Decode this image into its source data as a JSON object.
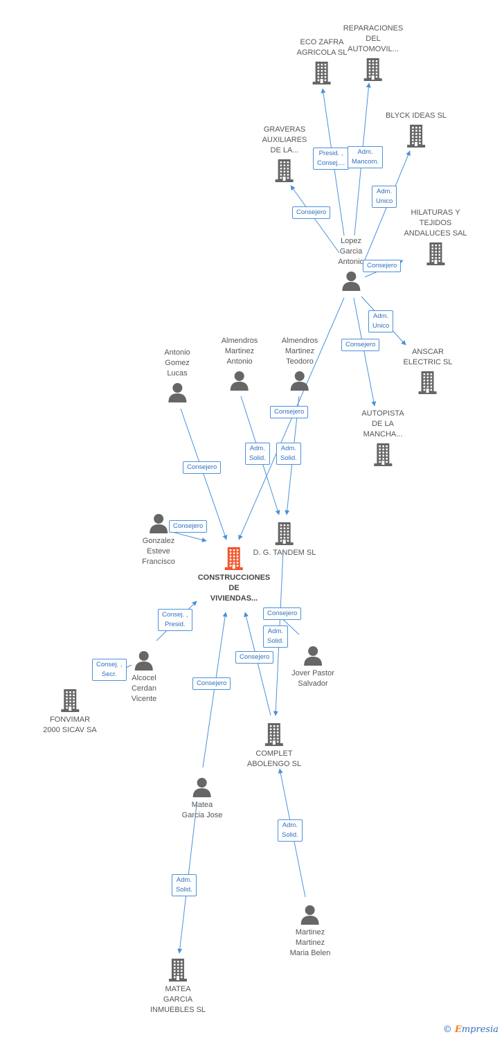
{
  "nodes": {
    "eco_zafra": {
      "label": "ECO ZAFRA\nAGRICOLA SL",
      "type": "company"
    },
    "reparaciones": {
      "label": "REPARACIONES\nDEL\nAUTOMOVIL...",
      "type": "company"
    },
    "blyck": {
      "label": "BLYCK IDEAS SL",
      "type": "company"
    },
    "graveras": {
      "label": "GRAVERAS\nAUXILIARES\nDE LA...",
      "type": "company"
    },
    "hilaturas": {
      "label": "HILATURAS Y\nTEJIDOS\nANDALUCES SAL",
      "type": "company"
    },
    "lopez": {
      "label": "Lopez\nGarcia\nAntonio",
      "type": "person"
    },
    "anscar": {
      "label": "ANSCAR\nELECTRIC SL",
      "type": "company"
    },
    "autopista": {
      "label": "AUTOPISTA\nDE LA\nMANCHA...",
      "type": "company"
    },
    "antonio_gomez": {
      "label": "Antonio\nGomez\nLucas",
      "type": "person"
    },
    "almendros_antonio": {
      "label": "Almendros\nMartinez\nAntonio",
      "type": "person"
    },
    "almendros_teodoro": {
      "label": "Almendros\nMartinez\nTeodoro",
      "type": "person"
    },
    "gonzalez": {
      "label": "Gonzalez\nEsteve\nFrancisco",
      "type": "person"
    },
    "construcciones": {
      "label": "CONSTRUCCIONES\nDE\nVIVIENDAS...",
      "type": "main"
    },
    "dg_tandem": {
      "label": "D. G. TANDEM SL",
      "type": "company"
    },
    "alcocel": {
      "label": "Alcocel\nCerdan\nVicente",
      "type": "person"
    },
    "fonvimar": {
      "label": "FONVIMAR\n2000 SICAV SA",
      "type": "company"
    },
    "jover": {
      "label": "Jover Pastor\nSalvador",
      "type": "person"
    },
    "complet": {
      "label": "COMPLET\nABOLENGO  SL",
      "type": "company"
    },
    "matea_jose": {
      "label": "Matea\nGarcia Jose",
      "type": "person"
    },
    "martinez_belen": {
      "label": "Martinez\nMartinez\nMaria Belen",
      "type": "person"
    },
    "matea_inmuebles": {
      "label": "MATEA\nGARCIA\nINMUEBLES SL",
      "type": "company"
    }
  },
  "relations": [
    {
      "label": "Presid. ,\nConsej....",
      "from": "lopez",
      "to": "eco_zafra"
    },
    {
      "label": "Adm.\nMancom.",
      "from": "lopez",
      "to": "reparaciones"
    },
    {
      "label": "Adm.\nUnico",
      "from": "lopez",
      "to": "blyck"
    },
    {
      "label": "Consejero",
      "from": "lopez",
      "to": "graveras"
    },
    {
      "label": "Consejero",
      "from": "lopez",
      "to": "hilaturas"
    },
    {
      "label": "Adm.\nUnico",
      "from": "lopez",
      "to": "anscar"
    },
    {
      "label": "Consejero",
      "from": "lopez",
      "to": "autopista"
    },
    {
      "label": "Consejero",
      "from": "lopez",
      "to": "construcciones"
    },
    {
      "label": "Consejero",
      "from": "antonio_gomez",
      "to": "construcciones"
    },
    {
      "label": "Adm.\nSolid.",
      "from": "almendros_antonio",
      "to": "dg_tandem"
    },
    {
      "label": "Adm.\nSolid.",
      "from": "almendros_teodoro",
      "to": "dg_tandem"
    },
    {
      "label": "Consejero",
      "from": "gonzalez",
      "to": "construcciones"
    },
    {
      "label": "Consej. ,\nPresid.",
      "from": "alcocel",
      "to": "construcciones"
    },
    {
      "label": "Consej. ,\nSecr.",
      "from": "alcocel",
      "to": "fonvimar"
    },
    {
      "label": "Consejero",
      "from": "jover",
      "to": "dg_tandem"
    },
    {
      "label": "Adm.\nSolid.",
      "from": "dg_tandem",
      "to": "complet"
    },
    {
      "label": "Consejero",
      "from": "complet",
      "to": "construcciones"
    },
    {
      "label": "Consejero",
      "from": "matea_jose",
      "to": "construcciones"
    },
    {
      "label": "Adm.\nSolid.",
      "from": "martinez_belen",
      "to": "complet"
    },
    {
      "label": "Adm.\nSolid.",
      "from": "matea_jose",
      "to": "matea_inmuebles"
    }
  ],
  "colors": {
    "main_company": "#f0582c",
    "company": "#666666",
    "person": "#666666",
    "edge": "#4a90d9",
    "label_text": "#2f6fbf"
  },
  "footer": {
    "copyright_symbol": "©",
    "brand_initial": "E",
    "brand_rest": "mpresia"
  }
}
